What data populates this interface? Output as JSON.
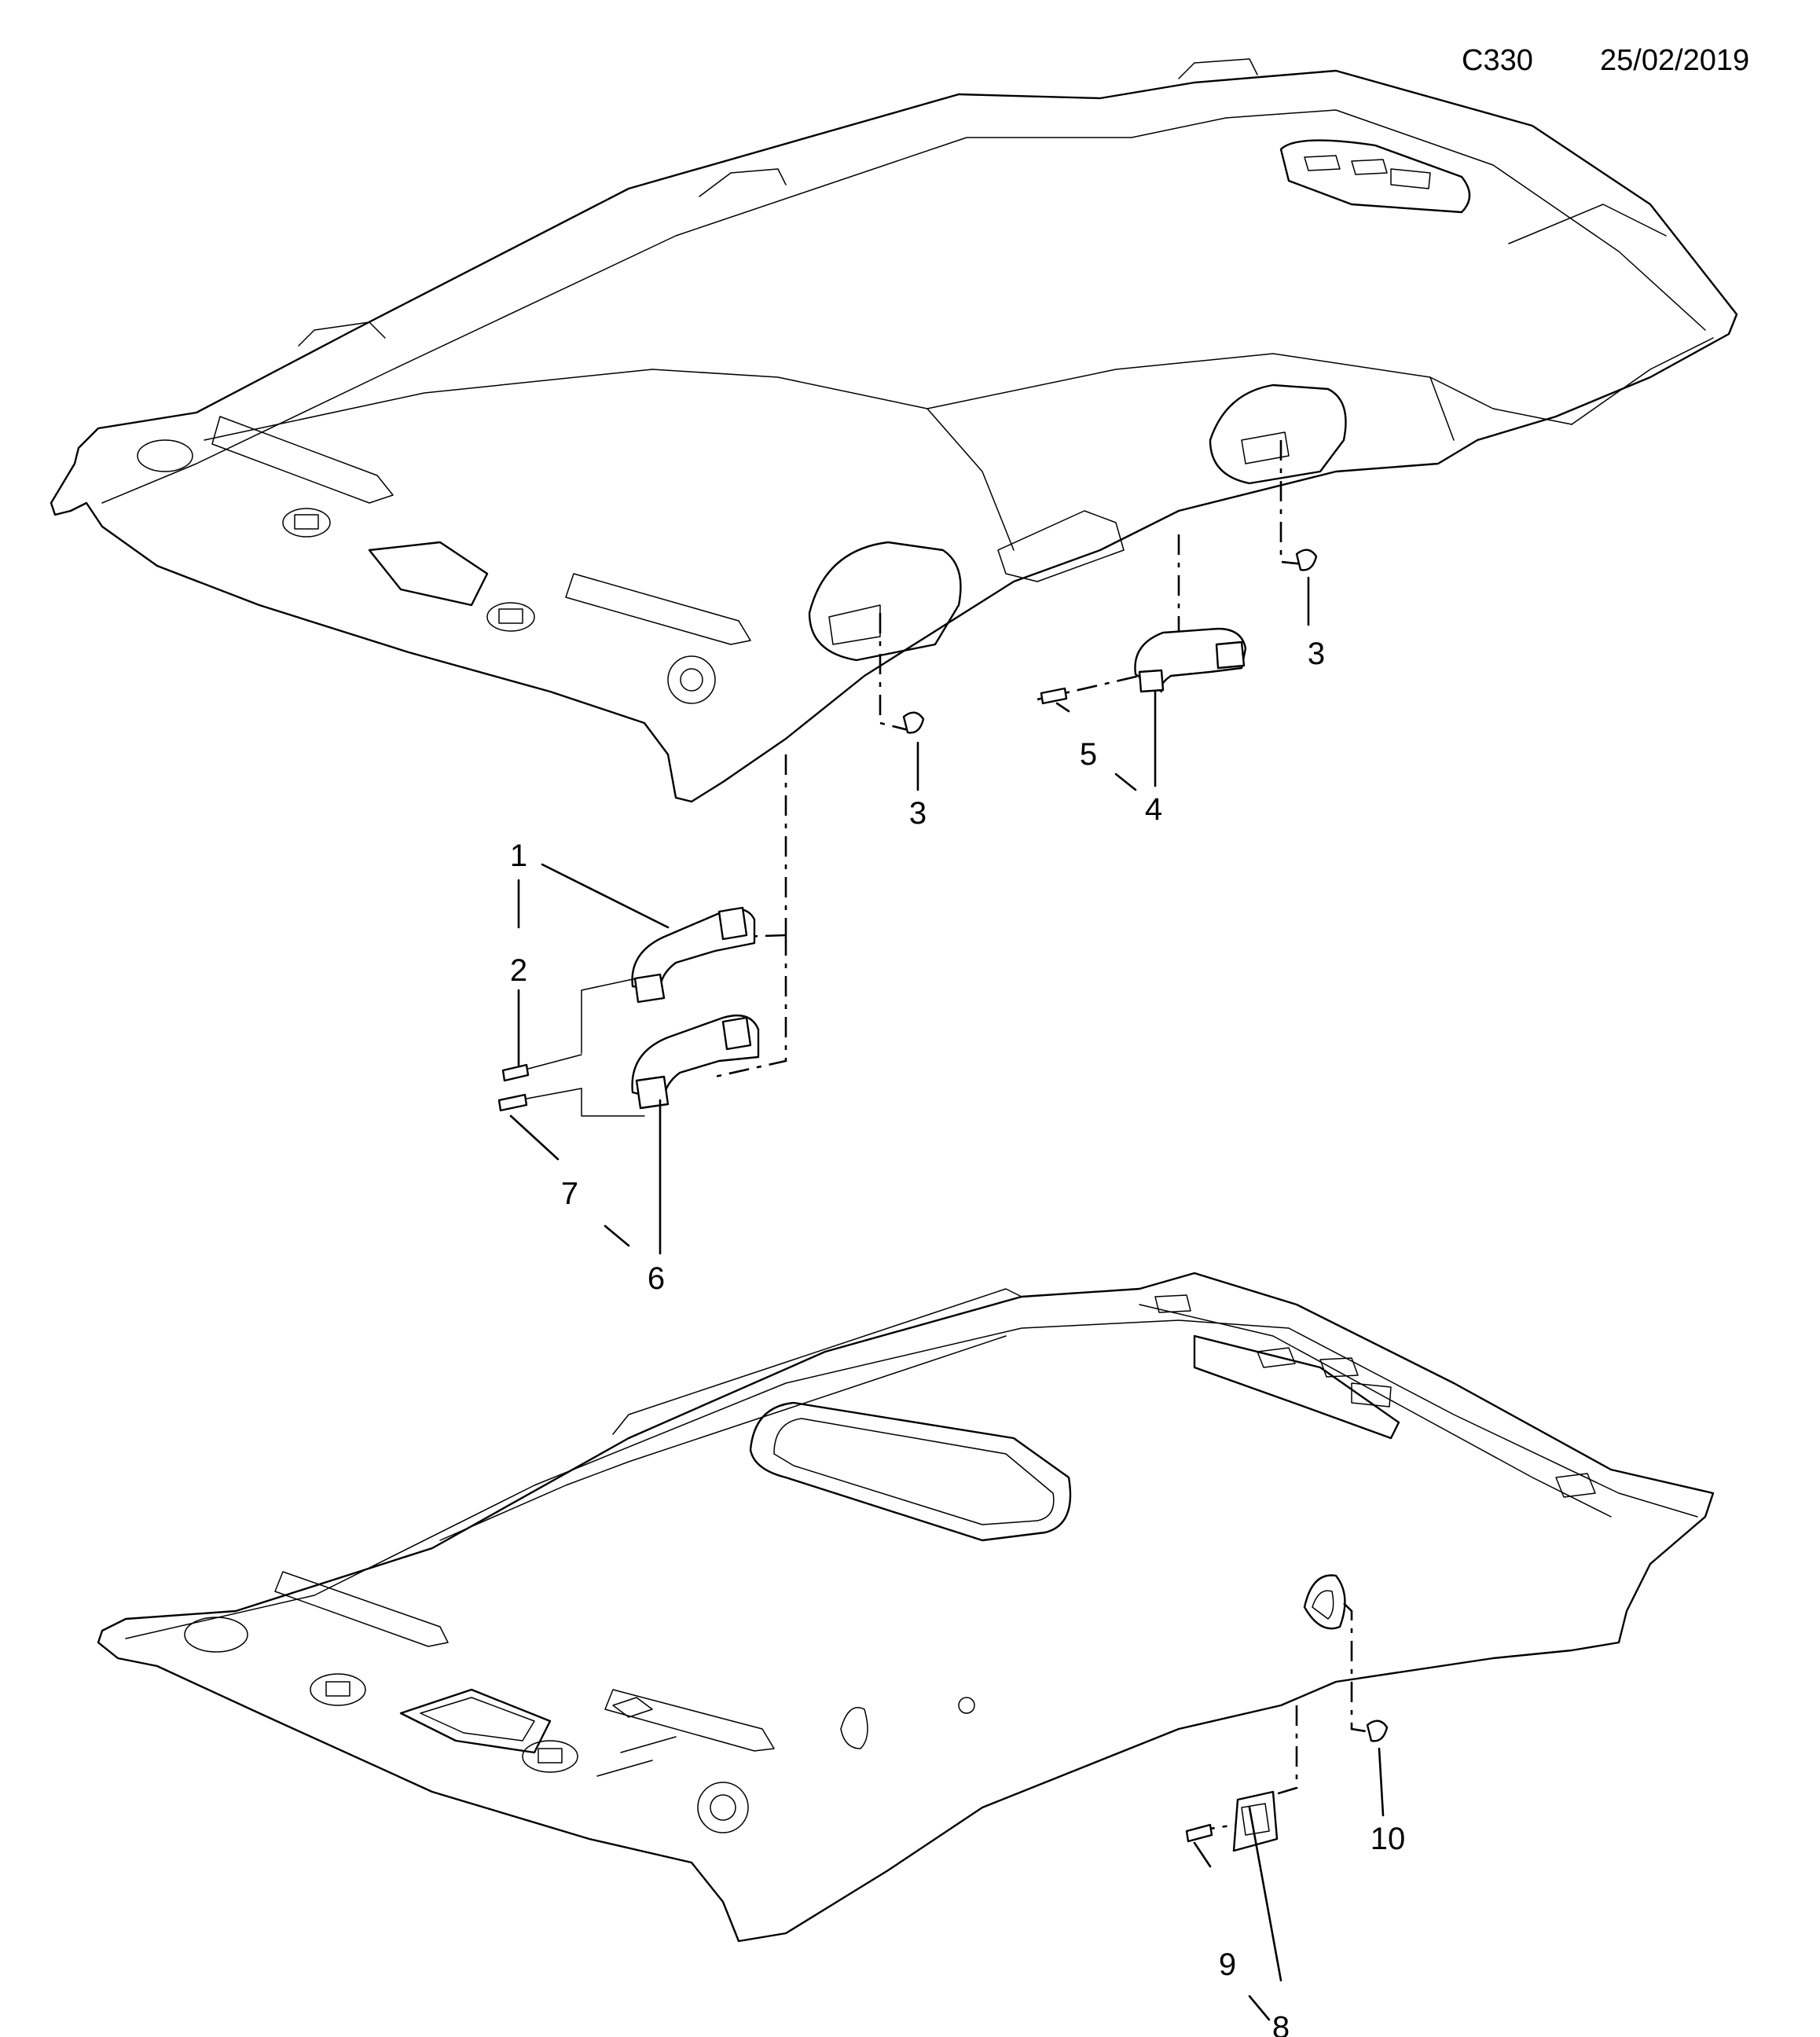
{
  "header": {
    "code": "C330",
    "date": "25/02/2019"
  },
  "callouts": {
    "c1": "1",
    "c2": "2",
    "c3a": "3",
    "c3b": "3",
    "c4": "4",
    "c5": "5",
    "c6": "6",
    "c7": "7",
    "c8": "8",
    "c9": "9",
    "c10": "10"
  }
}
